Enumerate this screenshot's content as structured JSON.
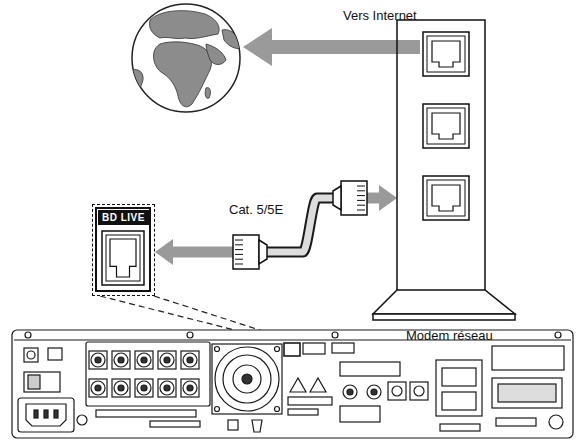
{
  "diagram": {
    "nodes": [
      {
        "text": [
          "BD LIVE"
        ]
      },
      {
        "text": [
          "Modem réseau"
        ]
      }
    ],
    "edges": [
      {
        "from": 0,
        "to": 1,
        "label": "Cat. 5/5E",
        "arrow": "both"
      }
    ],
    "labels": [
      "Vers Internet"
    ]
  }
}
